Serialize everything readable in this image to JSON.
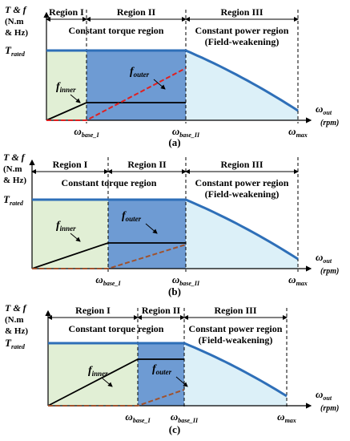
{
  "colors": {
    "green_fill": "#e1efd5",
    "blue_fill": "#6e9bd3",
    "cyan_fill": "#dcf0f8",
    "torque_line": "#2e6fb8",
    "inner_line": "#000000",
    "outer_line_red": "#e02020",
    "outer_line_brown": "#a0522d"
  },
  "axis": {
    "y_label_1": "T & f",
    "y_label_2": "(N.m",
    "y_label_3": "& Hz)",
    "t_rated": "T",
    "t_rated_sub": "rated",
    "omega_out": "ω",
    "omega_out_sub": "out",
    "rpm": "(rpm)",
    "omega_base_i": "ω",
    "omega_base_i_sub": "base_I",
    "omega_base_ii": "ω",
    "omega_base_ii_sub": "base_II",
    "omega_max": "ω",
    "omega_max_sub": "max"
  },
  "regions": {
    "region_1": "Region I",
    "region_2": "Region II",
    "region_3": "Region III",
    "constant_torque": "Constant torque region",
    "constant_power": "Constant power region",
    "field_weakening": "(Field-weakening)"
  },
  "curves": {
    "f_inner": "f",
    "f_inner_sub": "inner",
    "f_outer": "f",
    "f_outer_sub": "outer"
  },
  "panels": [
    {
      "caption": "(a)",
      "region_boundary_ratio": 0.4
    },
    {
      "caption": "(b)",
      "region_boundary_ratio": 0.55
    },
    {
      "caption": "(c)",
      "region_boundary_ratio": 0.65
    }
  ]
}
